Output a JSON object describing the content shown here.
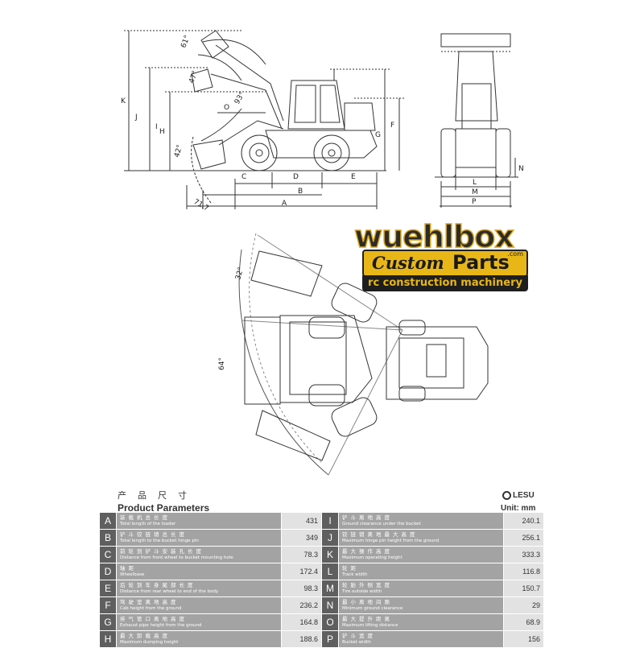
{
  "diagram": {
    "labels": {
      "angle_61": "61°",
      "angle_47": "47°",
      "angle_93": "93°",
      "angle_42": "42°",
      "angle_71": "71.7",
      "angle_32": "32°",
      "angle_64": "64°",
      "K": "K",
      "J": "J",
      "I": "I",
      "H": "H",
      "O": "O",
      "C": "C",
      "D": "D",
      "E": "E",
      "B": "B",
      "A": "A",
      "F": "F",
      "G": "G",
      "L": "L",
      "M": "M",
      "P": "P",
      "N": "N"
    }
  },
  "logo": {
    "top": "wuehlbox",
    "custom": "Custom",
    "parts": "Parts",
    "com": ".com",
    "sub": "rc construction machinery"
  },
  "params": {
    "title_cn": "产品尺寸",
    "title_en": "Product Parameters",
    "brand": "LESU",
    "unit": "Unit: mm",
    "rows": [
      {
        "left": {
          "letter": "A",
          "cn": "装载机总长度",
          "en": "Total length of the loader",
          "value": "431"
        },
        "right": {
          "letter": "I",
          "cn": "铲斗离地高度",
          "en": "Ground clearance under the bucket",
          "value": "240.1"
        }
      },
      {
        "left": {
          "letter": "B",
          "cn": "铲斗铰链销总长度",
          "en": "Total length to the bucket hinge pin",
          "value": "349"
        },
        "right": {
          "letter": "J",
          "cn": "铰链销离地最大高度",
          "en": "Maximum hinge pin height from the ground",
          "value": "256.1"
        }
      },
      {
        "left": {
          "letter": "C",
          "cn": "前轮到铲斗安装孔长度",
          "en": "Distance from front wheel to bucket mounting hole",
          "value": "78.3"
        },
        "right": {
          "letter": "K",
          "cn": "最大操作高度",
          "en": "Maximum operating height",
          "value": "333.3"
        }
      },
      {
        "left": {
          "letter": "D",
          "cn": "轴距",
          "en": "Wheelbase",
          "value": "172.4"
        },
        "right": {
          "letter": "L",
          "cn": "轮距",
          "en": "Track width",
          "value": "116.8"
        }
      },
      {
        "left": {
          "letter": "E",
          "cn": "后轮到车身尾部长度",
          "en": "Distance from rear wheel to end of the body",
          "value": "98.3"
        },
        "right": {
          "letter": "M",
          "cn": "轮胎外侧宽度",
          "en": "Tire outside width",
          "value": "150.7"
        }
      },
      {
        "left": {
          "letter": "F",
          "cn": "驾驶室离地高度",
          "en": "Cab height from the ground",
          "value": "236.2"
        },
        "right": {
          "letter": "N",
          "cn": "最小离地间隙",
          "en": "Minimum ground clearance",
          "value": "29"
        }
      },
      {
        "left": {
          "letter": "G",
          "cn": "排气管口离地高度",
          "en": "Exhaust pipe height from the ground",
          "value": "164.8"
        },
        "right": {
          "letter": "O",
          "cn": "最大提升距离",
          "en": "Maximum lifting distance",
          "value": "68.9"
        }
      },
      {
        "left": {
          "letter": "H",
          "cn": "最大卸载高度",
          "en": "Maximum dumping height",
          "value": "188.6"
        },
        "right": {
          "letter": "P",
          "cn": "铲斗宽度",
          "en": "Bucket width",
          "value": "156"
        }
      }
    ]
  }
}
